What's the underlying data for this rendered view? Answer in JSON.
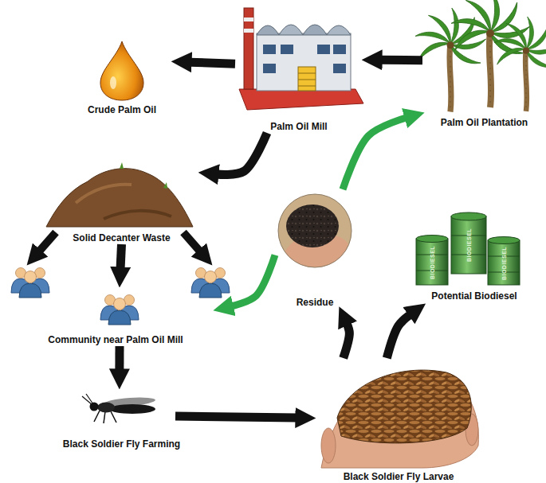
{
  "diagram": {
    "nodes": [
      {
        "text": [
          "Crude Palm Oil"
        ]
      },
      {
        "text": [
          "Palm Oil Mill"
        ]
      },
      {
        "text": [
          "Palm Oil Plantation"
        ]
      },
      {
        "text": [
          "Solid Decanter Waste"
        ]
      },
      {
        "text": [
          "Potential Biodiesel"
        ]
      },
      {
        "text": [
          "Residue"
        ]
      },
      {
        "text": [
          "Community near Palm Oil Mill"
        ]
      },
      {
        "text": [
          "Black Soldier Fly Farming"
        ]
      },
      {
        "text": [
          "Black Soldier Fly Larvae"
        ]
      }
    ],
    "edges": [
      {
        "from": 2,
        "to": 1,
        "arrow": "to"
      },
      {
        "from": 1,
        "to": 0,
        "arrow": "to"
      },
      {
        "from": 1,
        "to": 3,
        "arrow": "to"
      },
      {
        "from": 3,
        "to": 6,
        "arrow": "to"
      },
      {
        "from": 6,
        "to": 7,
        "arrow": "to"
      },
      {
        "from": 7,
        "to": 8,
        "arrow": "to"
      },
      {
        "from": 8,
        "to": 5,
        "arrow": "to"
      },
      {
        "from": 8,
        "to": 4,
        "arrow": "to"
      },
      {
        "from": 5,
        "to": 2,
        "arrow": "to"
      },
      {
        "from": 5,
        "to": 6,
        "arrow": "to"
      }
    ],
    "labels": [
      "BIODIESEL",
      "BIODIESEL",
      "BIODIESEL"
    ]
  }
}
